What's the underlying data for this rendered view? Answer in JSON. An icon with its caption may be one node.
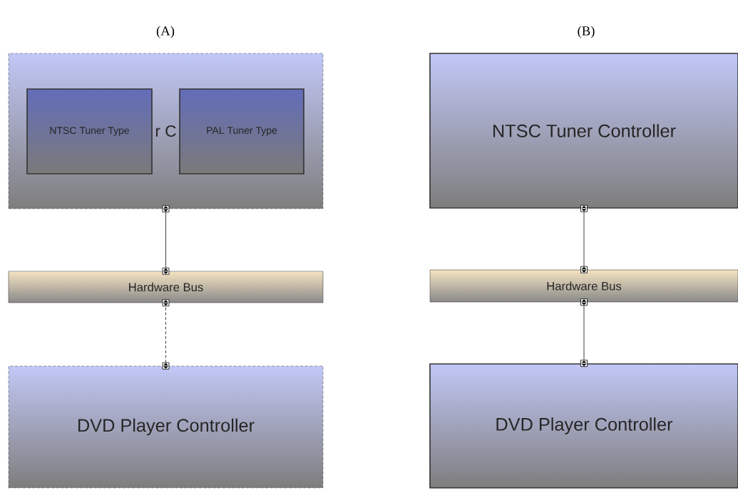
{
  "diagram": {
    "nodes": [
      {
        "text": [
          "r C"
        ]
      },
      {
        "text": [
          "NTSC Tuner Type"
        ],
        "in": 0
      },
      {
        "text": [
          "PAL Tuner Type"
        ],
        "in": 0
      },
      {
        "text": [
          "Hardware Bus"
        ]
      },
      {
        "text": [
          "DVD Player Controller"
        ]
      },
      {
        "text": [
          "NTSC Tuner Controller"
        ]
      },
      {
        "text": [
          "Hardware Bus"
        ]
      },
      {
        "text": [
          "DVD Player Controller"
        ]
      }
    ],
    "edges": [
      {
        "from": 0,
        "to": 3,
        "arrow": "both"
      },
      {
        "from": 3,
        "to": 4,
        "arrow": "both",
        "style": "dashed"
      },
      {
        "from": 5,
        "to": 6,
        "arrow": "both"
      },
      {
        "from": 6,
        "to": 7,
        "arrow": "both"
      }
    ],
    "labels": [
      "(A)",
      "(B)"
    ]
  }
}
